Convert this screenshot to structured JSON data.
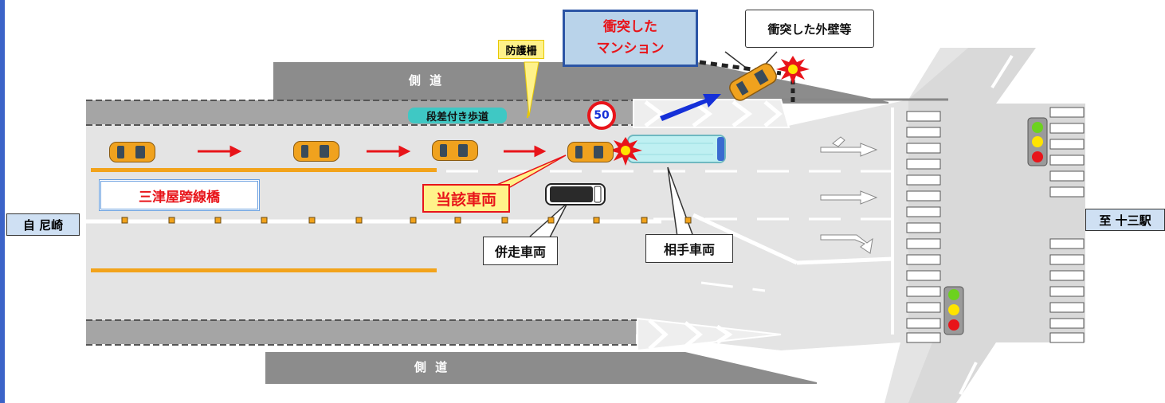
{
  "labels": {
    "side_road_top": "側 道",
    "side_road_bottom": "側 道",
    "guardrail": "防護柵",
    "sidewalk": "段差付き歩道",
    "mansion": "衝突した\nマンション",
    "outer_wall": "衝突した外壁等",
    "bridge": "三津屋跨線橋",
    "subject_vehicle": "当該車両",
    "parallel_vehicle": "併走車両",
    "other_vehicle": "相手車両",
    "from": "自 尼崎",
    "to": "至 十三駅"
  },
  "speed_limit": "50",
  "colors": {
    "road": "#e4e4e4",
    "side_road": "#8c8c8c",
    "orange_line": "#f2a31b",
    "red_arrow": "#e8141a",
    "blue_arrow": "#1530d8",
    "callout_red": "#e8141a",
    "subject_bg": "#fff28a",
    "sidewalk_bg": "#3fc8c4",
    "mansion_bg": "#b9d3ea",
    "bus_bg": "#bff0f2"
  },
  "icons": [
    "car-icon",
    "bus-icon",
    "van-icon",
    "crash-icon",
    "speed-sign-icon",
    "traffic-light-icon",
    "arrow-icon"
  ]
}
